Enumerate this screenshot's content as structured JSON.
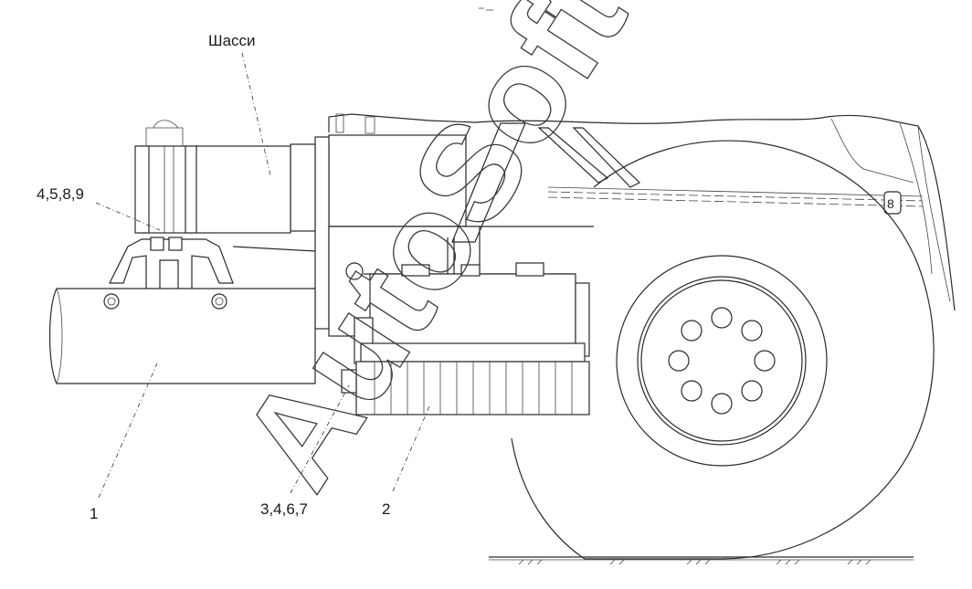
{
  "drawing": {
    "labels": {
      "chassis": "Шасси",
      "part_1": "1",
      "part_2": "2",
      "parts_3_4_6_7": "3,4,6,7",
      "parts_4_5_8_9": "4,5,8,9"
    },
    "watermark": "AutoSoft"
  }
}
